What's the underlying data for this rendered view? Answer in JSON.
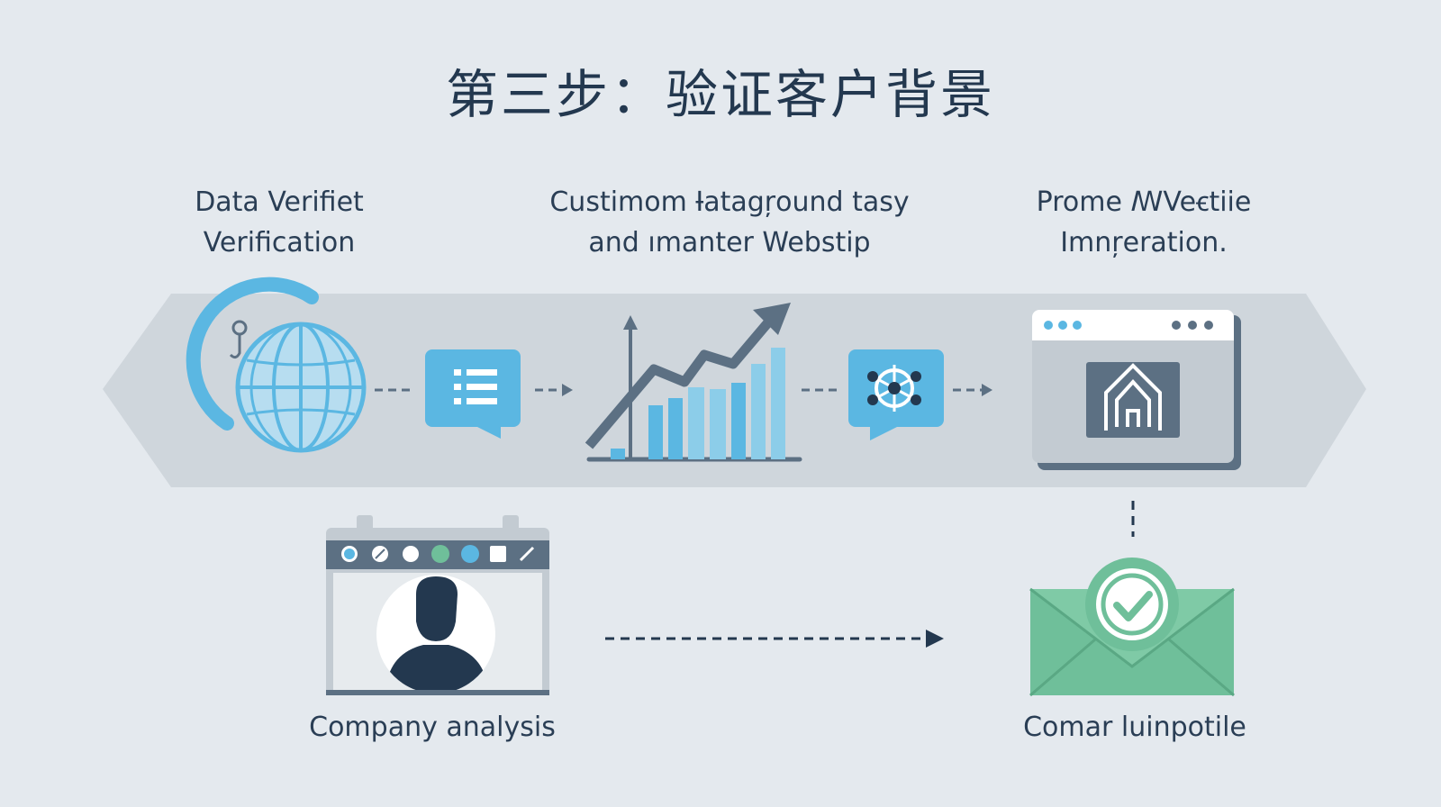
{
  "title": "第三步：验证客户背景",
  "labels": {
    "data_verification": [
      "Data Verifiet",
      "Verification"
    ],
    "customer_background": [
      "Custimom Ɨatagŗound tasy",
      "and ımanter Webstip"
    ],
    "profile_integration": [
      "Prome ꟿVeꞓtiie",
      "Imnŗeration."
    ],
    "company_analysis": "Company analysis",
    "email_confirm": "Comar luinpotile"
  },
  "colors": {
    "background": "#e4e9ee",
    "band": "#cfd6dc",
    "primary_blue": "#5bb7e2",
    "dark_navy": "#23384f",
    "slate": "#5c7083",
    "green": "#6fbf9a"
  },
  "icons": [
    "globe-icon",
    "list-chat-icon",
    "growth-chart-icon",
    "network-chat-icon",
    "browser-home-icon",
    "profile-window-icon",
    "email-check-icon"
  ]
}
